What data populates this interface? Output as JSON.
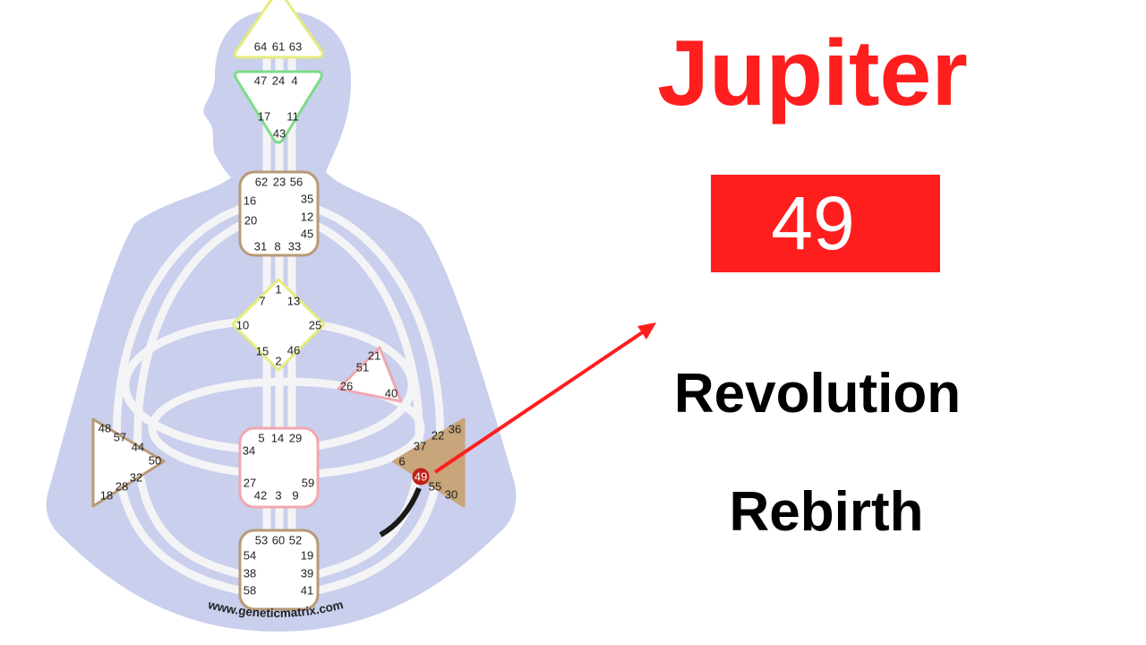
{
  "planet": "Jupiter",
  "gate": "49",
  "keywords": [
    "Revolution",
    "Rebirth"
  ],
  "watermark": "www.geneticmatrix.com",
  "colors": {
    "accent": "#ff1e1e",
    "body": "#c9cfec",
    "solar_plexus_fill": "#c8a57a"
  },
  "centers": {
    "head": {
      "gates": [
        "64",
        "61",
        "63"
      ]
    },
    "ajna": {
      "gates": [
        "47",
        "24",
        "4",
        "17",
        "11",
        "43"
      ]
    },
    "throat": {
      "gates": [
        "62",
        "23",
        "56",
        "16",
        "35",
        "20",
        "12",
        "45",
        "31",
        "8",
        "33"
      ]
    },
    "g": {
      "gates": [
        "1",
        "7",
        "13",
        "10",
        "25",
        "15",
        "46",
        "2"
      ]
    },
    "heart": {
      "gates": [
        "21",
        "51",
        "26",
        "40"
      ]
    },
    "spleen": {
      "gates": [
        "48",
        "57",
        "44",
        "50",
        "32",
        "28",
        "18"
      ]
    },
    "sacral": {
      "gates": [
        "5",
        "14",
        "29",
        "34",
        "27",
        "59",
        "42",
        "3",
        "9"
      ]
    },
    "solar_plexus": {
      "gates": [
        "36",
        "22",
        "37",
        "6",
        "49",
        "55",
        "30"
      ]
    },
    "root": {
      "gates": [
        "53",
        "60",
        "52",
        "54",
        "19",
        "38",
        "39",
        "58",
        "41"
      ]
    }
  }
}
